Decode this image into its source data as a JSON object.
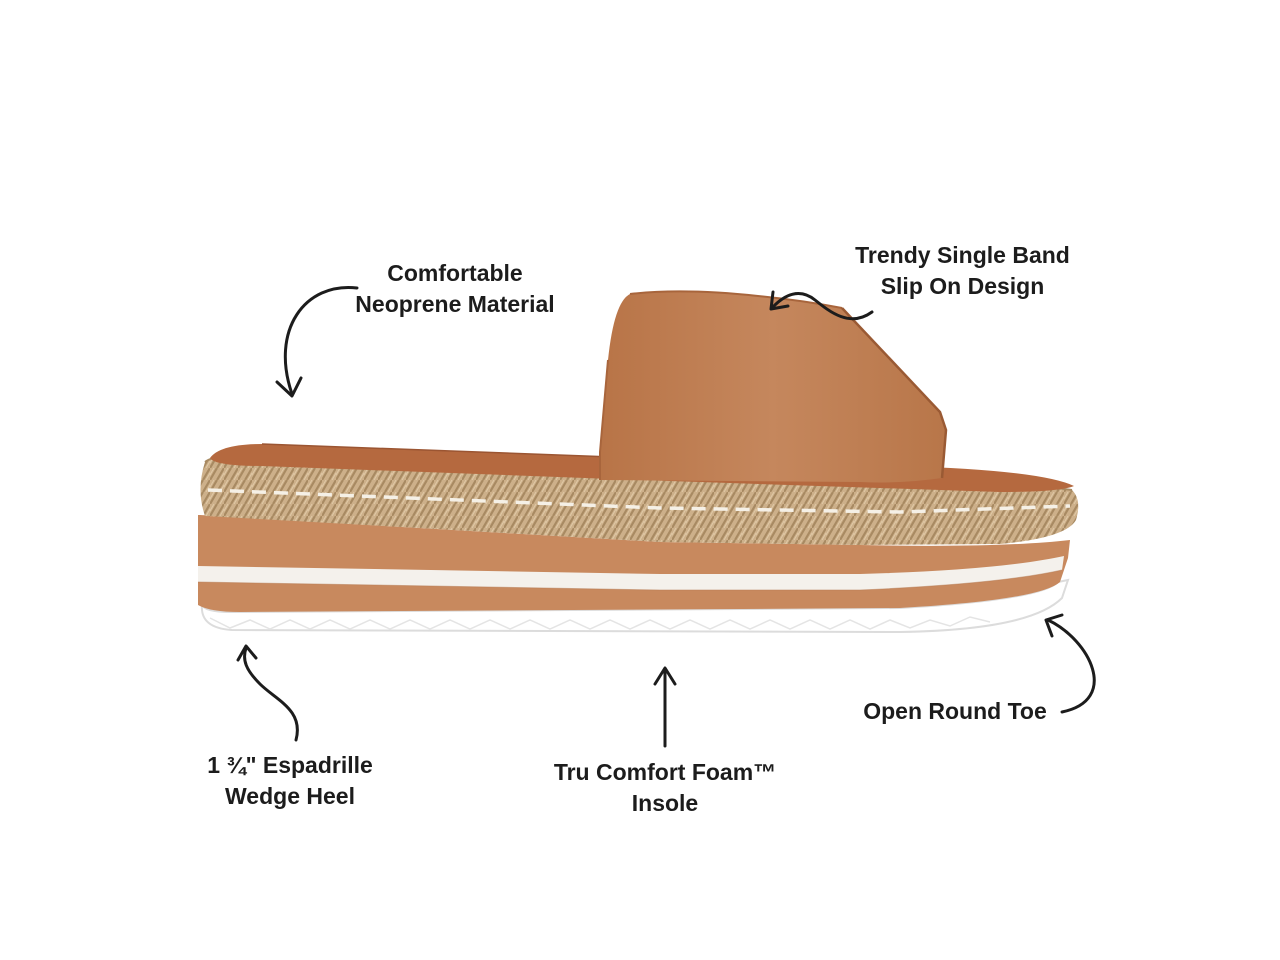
{
  "callouts": {
    "neoprene": {
      "line1": "Comfortable",
      "line2": "Neoprene Material"
    },
    "band": {
      "line1": "Trendy Single Band",
      "line2": "Slip On Design"
    },
    "toe": {
      "line1": "Open Round Toe"
    },
    "wedge": {
      "line1": "1 ¾\" Espadrille",
      "line2": "Wedge Heel"
    },
    "insole": {
      "line1": "Tru Comfort Foam™",
      "line2": "Insole"
    }
  },
  "colors": {
    "background": "#ffffff",
    "strap": "#c07f54",
    "footbed": "#b5693f",
    "jute": "#cdb08a",
    "wedge": "#c8895e",
    "stripe": "#f4f1ec",
    "outsole": "#ffffff",
    "text": "#1c1c1c"
  },
  "icons": [
    "curved-arrow-icon",
    "straight-arrow-icon"
  ]
}
